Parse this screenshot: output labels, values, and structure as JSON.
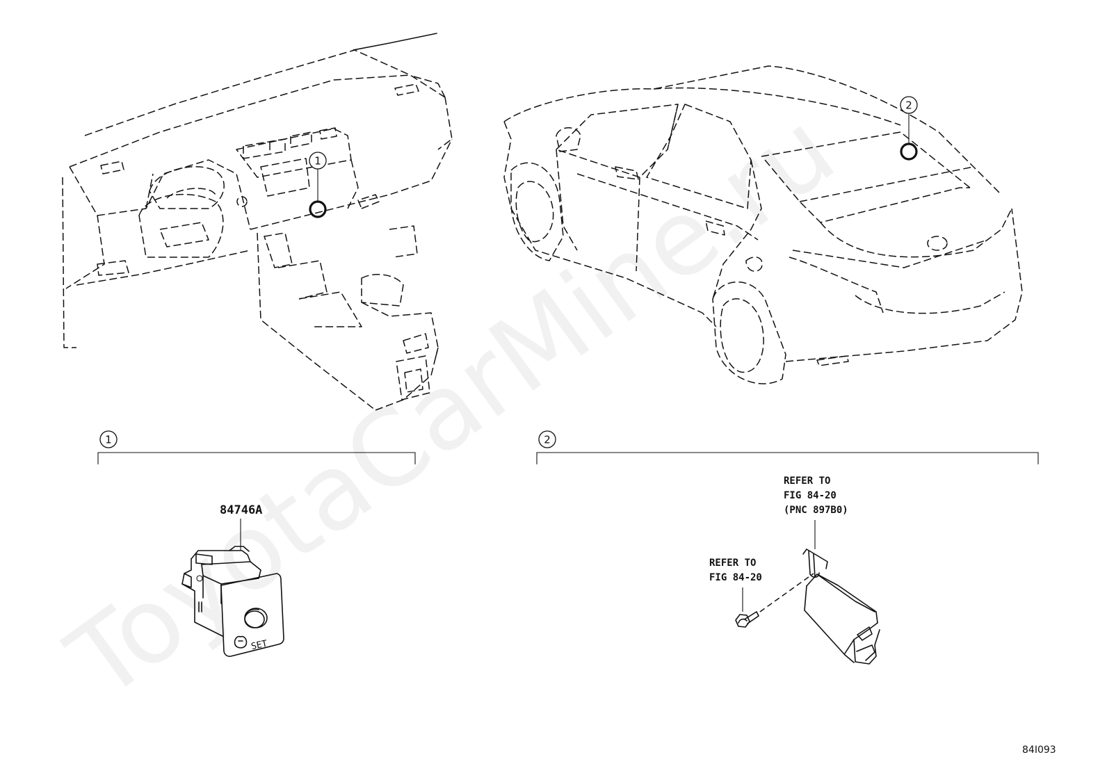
{
  "watermark": "ToyotaCarMine.ru",
  "figure_id": "84I093",
  "locator_1": "1",
  "locator_2": "2",
  "section_1": {
    "callout": "1",
    "part_number": "84746A",
    "switch_label": "SET"
  },
  "section_2": {
    "callout": "2",
    "refer_upper": [
      "REFER TO",
      "FIG 84-20",
      "(PNC 897B0)"
    ],
    "refer_lower": [
      "REFER TO",
      "FIG 84-20"
    ]
  }
}
